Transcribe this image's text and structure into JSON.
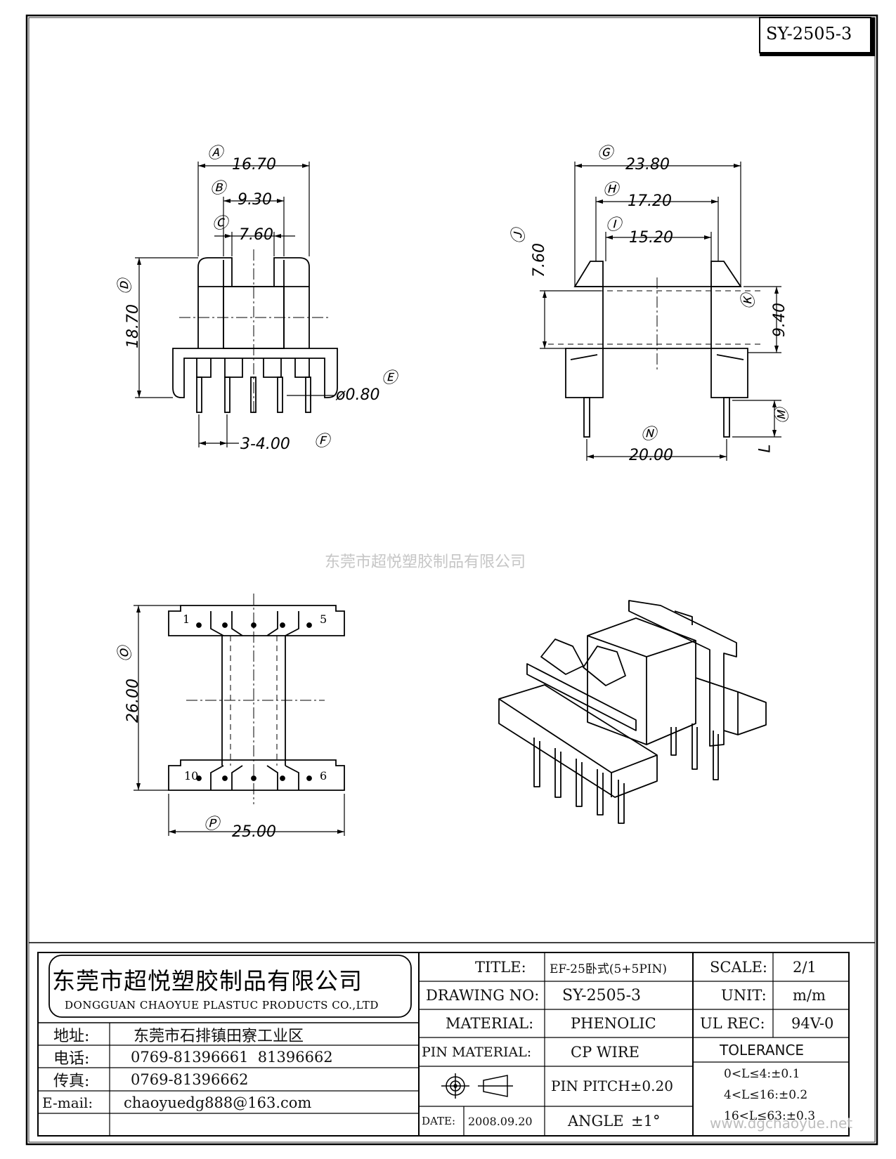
{
  "drawing_id": "SY-2505-3",
  "watermark_center": "东莞市超悦塑胶制品有限公司",
  "watermark_corner": "www.dgchaoyue.net",
  "views": {
    "front": {
      "dims": [
        {
          "letter": "A",
          "value": "16.70"
        },
        {
          "letter": "B",
          "value": "9.30"
        },
        {
          "letter": "C",
          "value": "7.60"
        },
        {
          "letter": "D",
          "value": "18.70"
        },
        {
          "letter": "E",
          "value": "ø0.80"
        },
        {
          "letter": "F",
          "value": "3-4.00"
        }
      ]
    },
    "side": {
      "dims": [
        {
          "letter": "G",
          "value": "23.80"
        },
        {
          "letter": "H",
          "value": "17.20"
        },
        {
          "letter": "I",
          "value": "15.20"
        },
        {
          "letter": "J",
          "value": "7.60"
        },
        {
          "letter": "K",
          "value": "9.40"
        },
        {
          "letter": "M",
          "value": "L"
        },
        {
          "letter": "N",
          "value": "20.00"
        }
      ]
    },
    "bottom": {
      "dims": [
        {
          "letter": "O",
          "value": "26.00"
        },
        {
          "letter": "P",
          "value": "25.00"
        }
      ],
      "pins_top": [
        "1",
        "5"
      ],
      "pins_bottom": [
        "10",
        "6"
      ]
    }
  },
  "company": {
    "name_cn": "东莞市超悦塑胶制品有限公司",
    "name_en": "DONGGUAN CHAOYUE PLASTUC PRODUCTS CO.,LTD"
  },
  "contact": [
    {
      "label": "地址:",
      "value": "东莞市石排镇田寮工业区"
    },
    {
      "label": "电话:",
      "value": "0769-81396661  81396662"
    },
    {
      "label": "传真:",
      "value": "0769-81396662"
    },
    {
      "label": "E-mail:",
      "value": "chaoyuedg888@163.com"
    }
  ],
  "specs": {
    "title_label": "TITLE:",
    "title_value": "EF-25卧式(5+5PIN)",
    "drawing_no_label": "DRAWING NO:",
    "drawing_no_value": "SY-2505-3",
    "material_label": "MATERIAL:",
    "material_value": "PHENOLIC",
    "pin_material_label": "PIN MATERIAL:",
    "pin_material_value": "CP WIRE",
    "pin_pitch": "PIN PITCH±0.20",
    "date_label": "DATE:",
    "date_value": "2008.09.20",
    "angle_label": "ANGLE",
    "angle_value": "±1°"
  },
  "right_table": {
    "scale_label": "SCALE:",
    "scale_value": "2/1",
    "unit_label": "UNIT:",
    "unit_value": "m/m",
    "ul_label": "UL REC:",
    "ul_value": "94V-0",
    "tolerance_title": "TOLERANCE",
    "tolerances": [
      "0<L≤4:±0.1",
      "4<L≤16:±0.2",
      "16<L≤63:±0.3"
    ]
  }
}
